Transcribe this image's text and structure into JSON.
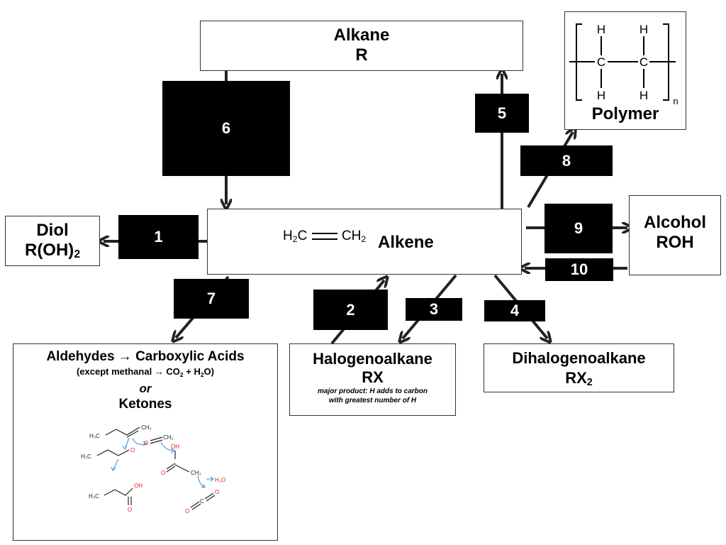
{
  "alkane": {
    "title": "Alkane",
    "formula": "R"
  },
  "alkene": {
    "title": "Alkene",
    "structure_left": "H",
    "structure_left_sub": "2",
    "structure_left_atom": "C",
    "structure_right_atom": "CH",
    "structure_right_sub": "2"
  },
  "diol": {
    "title": "Diol",
    "formula_main": "R(OH)",
    "formula_sub": "2"
  },
  "alcohol": {
    "title": "Alcohol",
    "formula": "ROH"
  },
  "polymer": {
    "title": "Polymer",
    "atom_h": "H",
    "atom_c": "C",
    "subscript_n": "n"
  },
  "halogenoalkane": {
    "title": "Halogenoalkane",
    "formula": "RX",
    "note_line1": "major product: H adds to carbon",
    "note_line2": "with greatest number of H"
  },
  "dihalogenoalkane": {
    "title": "Dihalogenoalkane",
    "formula_main": "RX",
    "formula_sub": "2"
  },
  "oxidation": {
    "line1": "Aldehydes → Carboxylic Acids",
    "line2_a": "(except methanal → CO",
    "line2_sub1": "2",
    "line2_b": " + H",
    "line2_sub2": "2",
    "line2_c": "O)",
    "line3": "or",
    "line4": "Ketones",
    "struct_labels": {
      "h3c": "H₃C",
      "ch2": "CH₂",
      "o": "O",
      "oh": "OH",
      "ch3": "CH₃",
      "h2o": "H₂O",
      "c": "C"
    }
  },
  "reactions": {
    "r1": "1",
    "r2": "2",
    "r3": "3",
    "r4": "4",
    "r5": "5",
    "r6": "6",
    "r7": "7",
    "r8": "8",
    "r9": "9",
    "r10": "10"
  }
}
